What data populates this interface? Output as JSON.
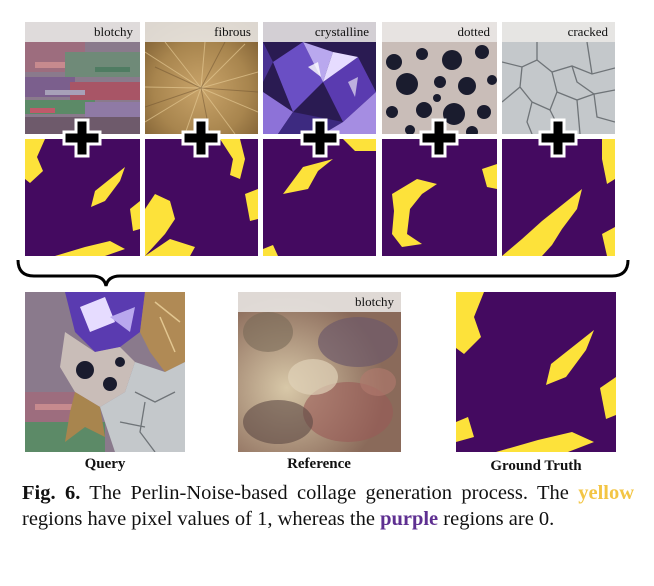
{
  "texture_labels": [
    "blotchy",
    "fibrous",
    "crystalline",
    "dotted",
    "cracked"
  ],
  "reference_label": "blotchy",
  "bottom_labels": {
    "query": "Query",
    "reference": "Reference",
    "ground_truth": "Ground Truth"
  },
  "caption": {
    "fig_label": "Fig. 6.",
    "text1": " The Perlin-Noise-based collage generation process. The ",
    "yellow_word": "yellow",
    "text2": " regions have pixel values of 1, whereas the ",
    "purple_word": "purple",
    "text3": " regions are 0."
  },
  "colors": {
    "mask_purple": "#440a60",
    "mask_yellow": "#fde23a",
    "caption_yellow": "#f3c544",
    "caption_purple": "#5e2f91"
  }
}
